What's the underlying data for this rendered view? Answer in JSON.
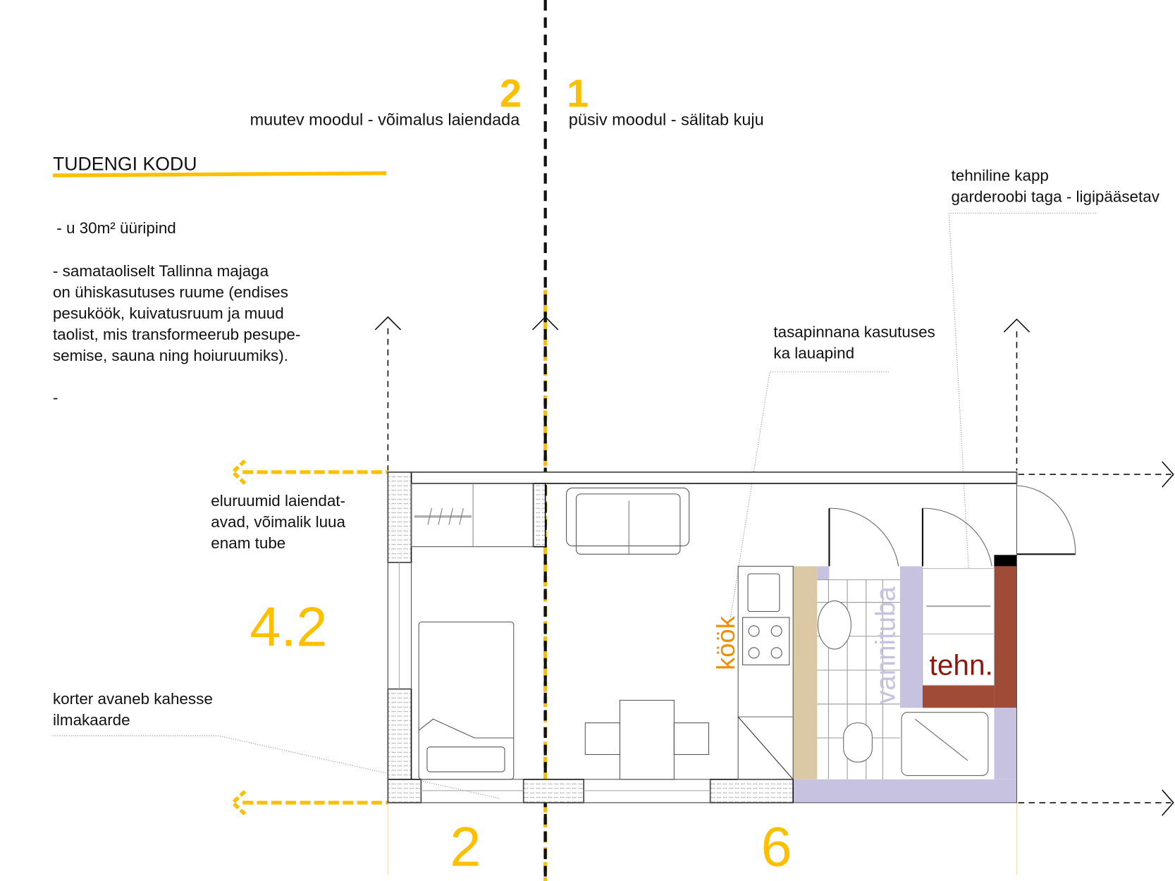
{
  "header": {
    "module_2_number": "2",
    "module_1_number": "1",
    "module_2_label": "muutev moodul - võimalus laiendada",
    "module_1_label": "püsiv moodul - sälitab kuju"
  },
  "title": "TUDENGI KODU",
  "notes": {
    "area": "- u 30m² üüripind",
    "shared_lines": [
      "- samataoliselt Tallinna majaga",
      "on ühiskasutuses ruume (endises",
      "pesuköök, kuivatusruum ja muud",
      "taolist, mis transformeerub pesupe-",
      "semise, sauna ning hoiuruumiks)."
    ],
    "empty_bullet": "-"
  },
  "annotations": {
    "technical_cabinet": [
      "tehniline kapp",
      "garderoobi taga - ligipääsetav"
    ],
    "countertop": [
      "tasapinnana kasutuses",
      "ka lauapind"
    ],
    "expandable": [
      "eluruumid laiendat-",
      "avad, võimalik luua",
      "enam tube"
    ],
    "orientation": [
      "korter avaneb kahesse",
      "ilmakaarde"
    ]
  },
  "dimensions": {
    "depth": "4.2",
    "width_module_2": "2",
    "width_module_1": "6"
  },
  "rooms": {
    "kitchen": "köök",
    "bathroom": "vannituba",
    "technical": "tehn."
  },
  "colors": {
    "accent_yellow": "#fcc000",
    "kitchen_orange": "#f28c00",
    "bathroom_lavender": "#c6c2e0",
    "technical_red": "#a04a38",
    "technical_text": "#8a1a10",
    "counter_beige": "#dbc9a6"
  }
}
